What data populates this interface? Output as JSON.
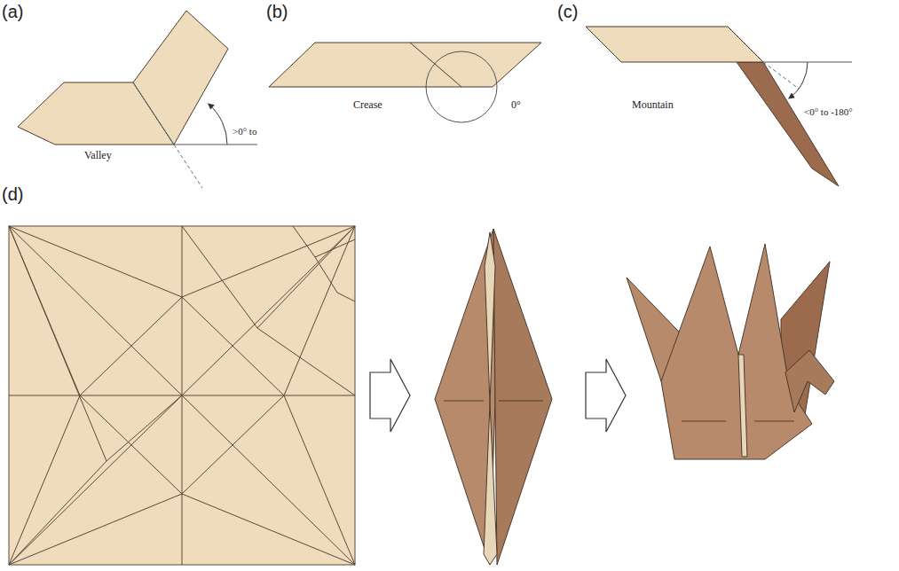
{
  "diagram": {
    "labels": [
      "(a)",
      "(b)",
      "(c)",
      "(d)",
      "Valley",
      ">0° to",
      "Crease",
      "0°",
      "Mountain",
      "<0° to -180°"
    ]
  }
}
